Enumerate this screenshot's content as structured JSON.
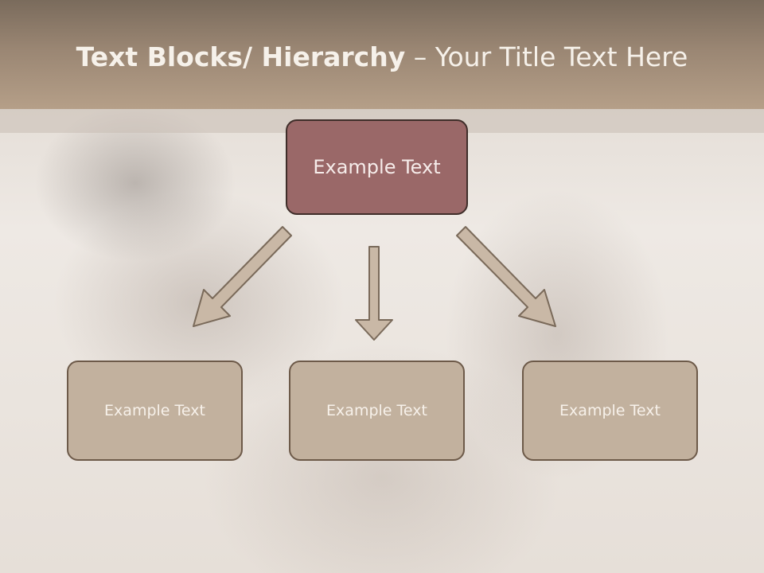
{
  "title": {
    "bold_part": "Text Blocks/ Hierarchy",
    "regular_part": " – Your Title Text Here"
  },
  "diagram": {
    "root": {
      "label": "Example Text"
    },
    "children": [
      {
        "label": "Example Text"
      },
      {
        "label": "Example Text"
      },
      {
        "label": "Example Text"
      }
    ]
  },
  "colors": {
    "title_bar": "#9a8673",
    "root_fill": "#9a6868",
    "child_fill": "#c2b19e",
    "arrow_fill": "#c9b8a6"
  }
}
